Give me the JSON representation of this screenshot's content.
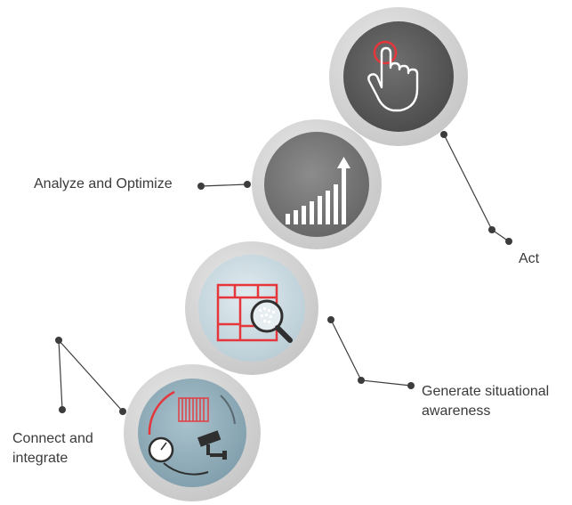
{
  "steps": [
    {
      "id": "connect",
      "label_line1": "Connect and",
      "label_line2": "integrate",
      "icon": "devices-icon"
    },
    {
      "id": "aware",
      "label_line1": "Generate situational",
      "label_line2": "awareness",
      "icon": "floorplan-magnifier-icon"
    },
    {
      "id": "analyze",
      "label": "Analyze and Optimize",
      "icon": "growth-bar-chart-icon"
    },
    {
      "id": "act",
      "label": "Act",
      "icon": "hand-pointer-icon"
    }
  ],
  "colors": {
    "outer_ring": "#d4d4d4",
    "dark_disc": "#5a5a5a",
    "mid_disc": "#7a7a7a",
    "light_disc": "#c4d6de",
    "teal_disc": "#92aebb",
    "accent_red": "#e5363b",
    "connector": "#3c3c3c"
  }
}
